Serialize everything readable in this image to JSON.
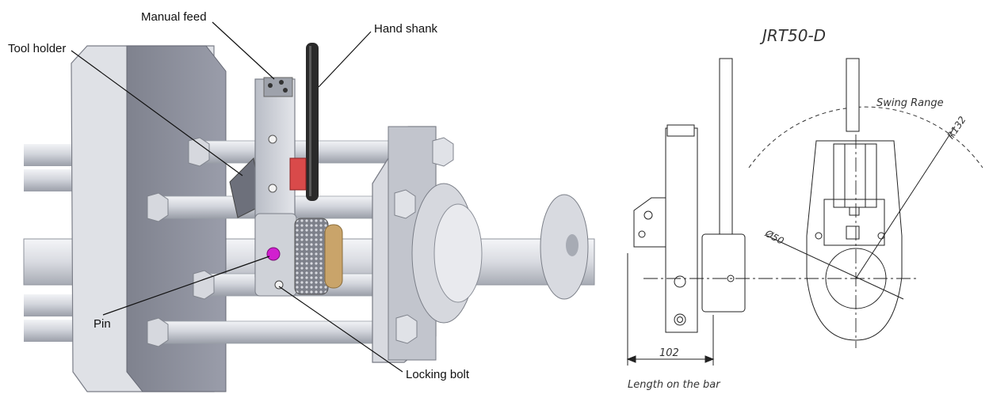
{
  "assembly": {
    "callouts": {
      "manual_feed": "Manual feed",
      "hand_shank": "Hand shank",
      "tool_holder": "Tool holder",
      "pin": "Pin",
      "locking_bolt": "Locking bolt"
    },
    "colors": {
      "background": "#ffffff",
      "steel": "#c9ccd3",
      "frame": "#8a8d98",
      "pin": "#d11fcf",
      "handle": "#2a2a2a",
      "stop": "#d94a4a",
      "brass": "#c9a46a"
    }
  },
  "drawing": {
    "model": "JRT50-D",
    "swing_range_label": "Swing Range",
    "radius_label": "R132",
    "diameter_label": "Ø50",
    "dimension_value": "102",
    "footer_note": "Length on the bar"
  }
}
